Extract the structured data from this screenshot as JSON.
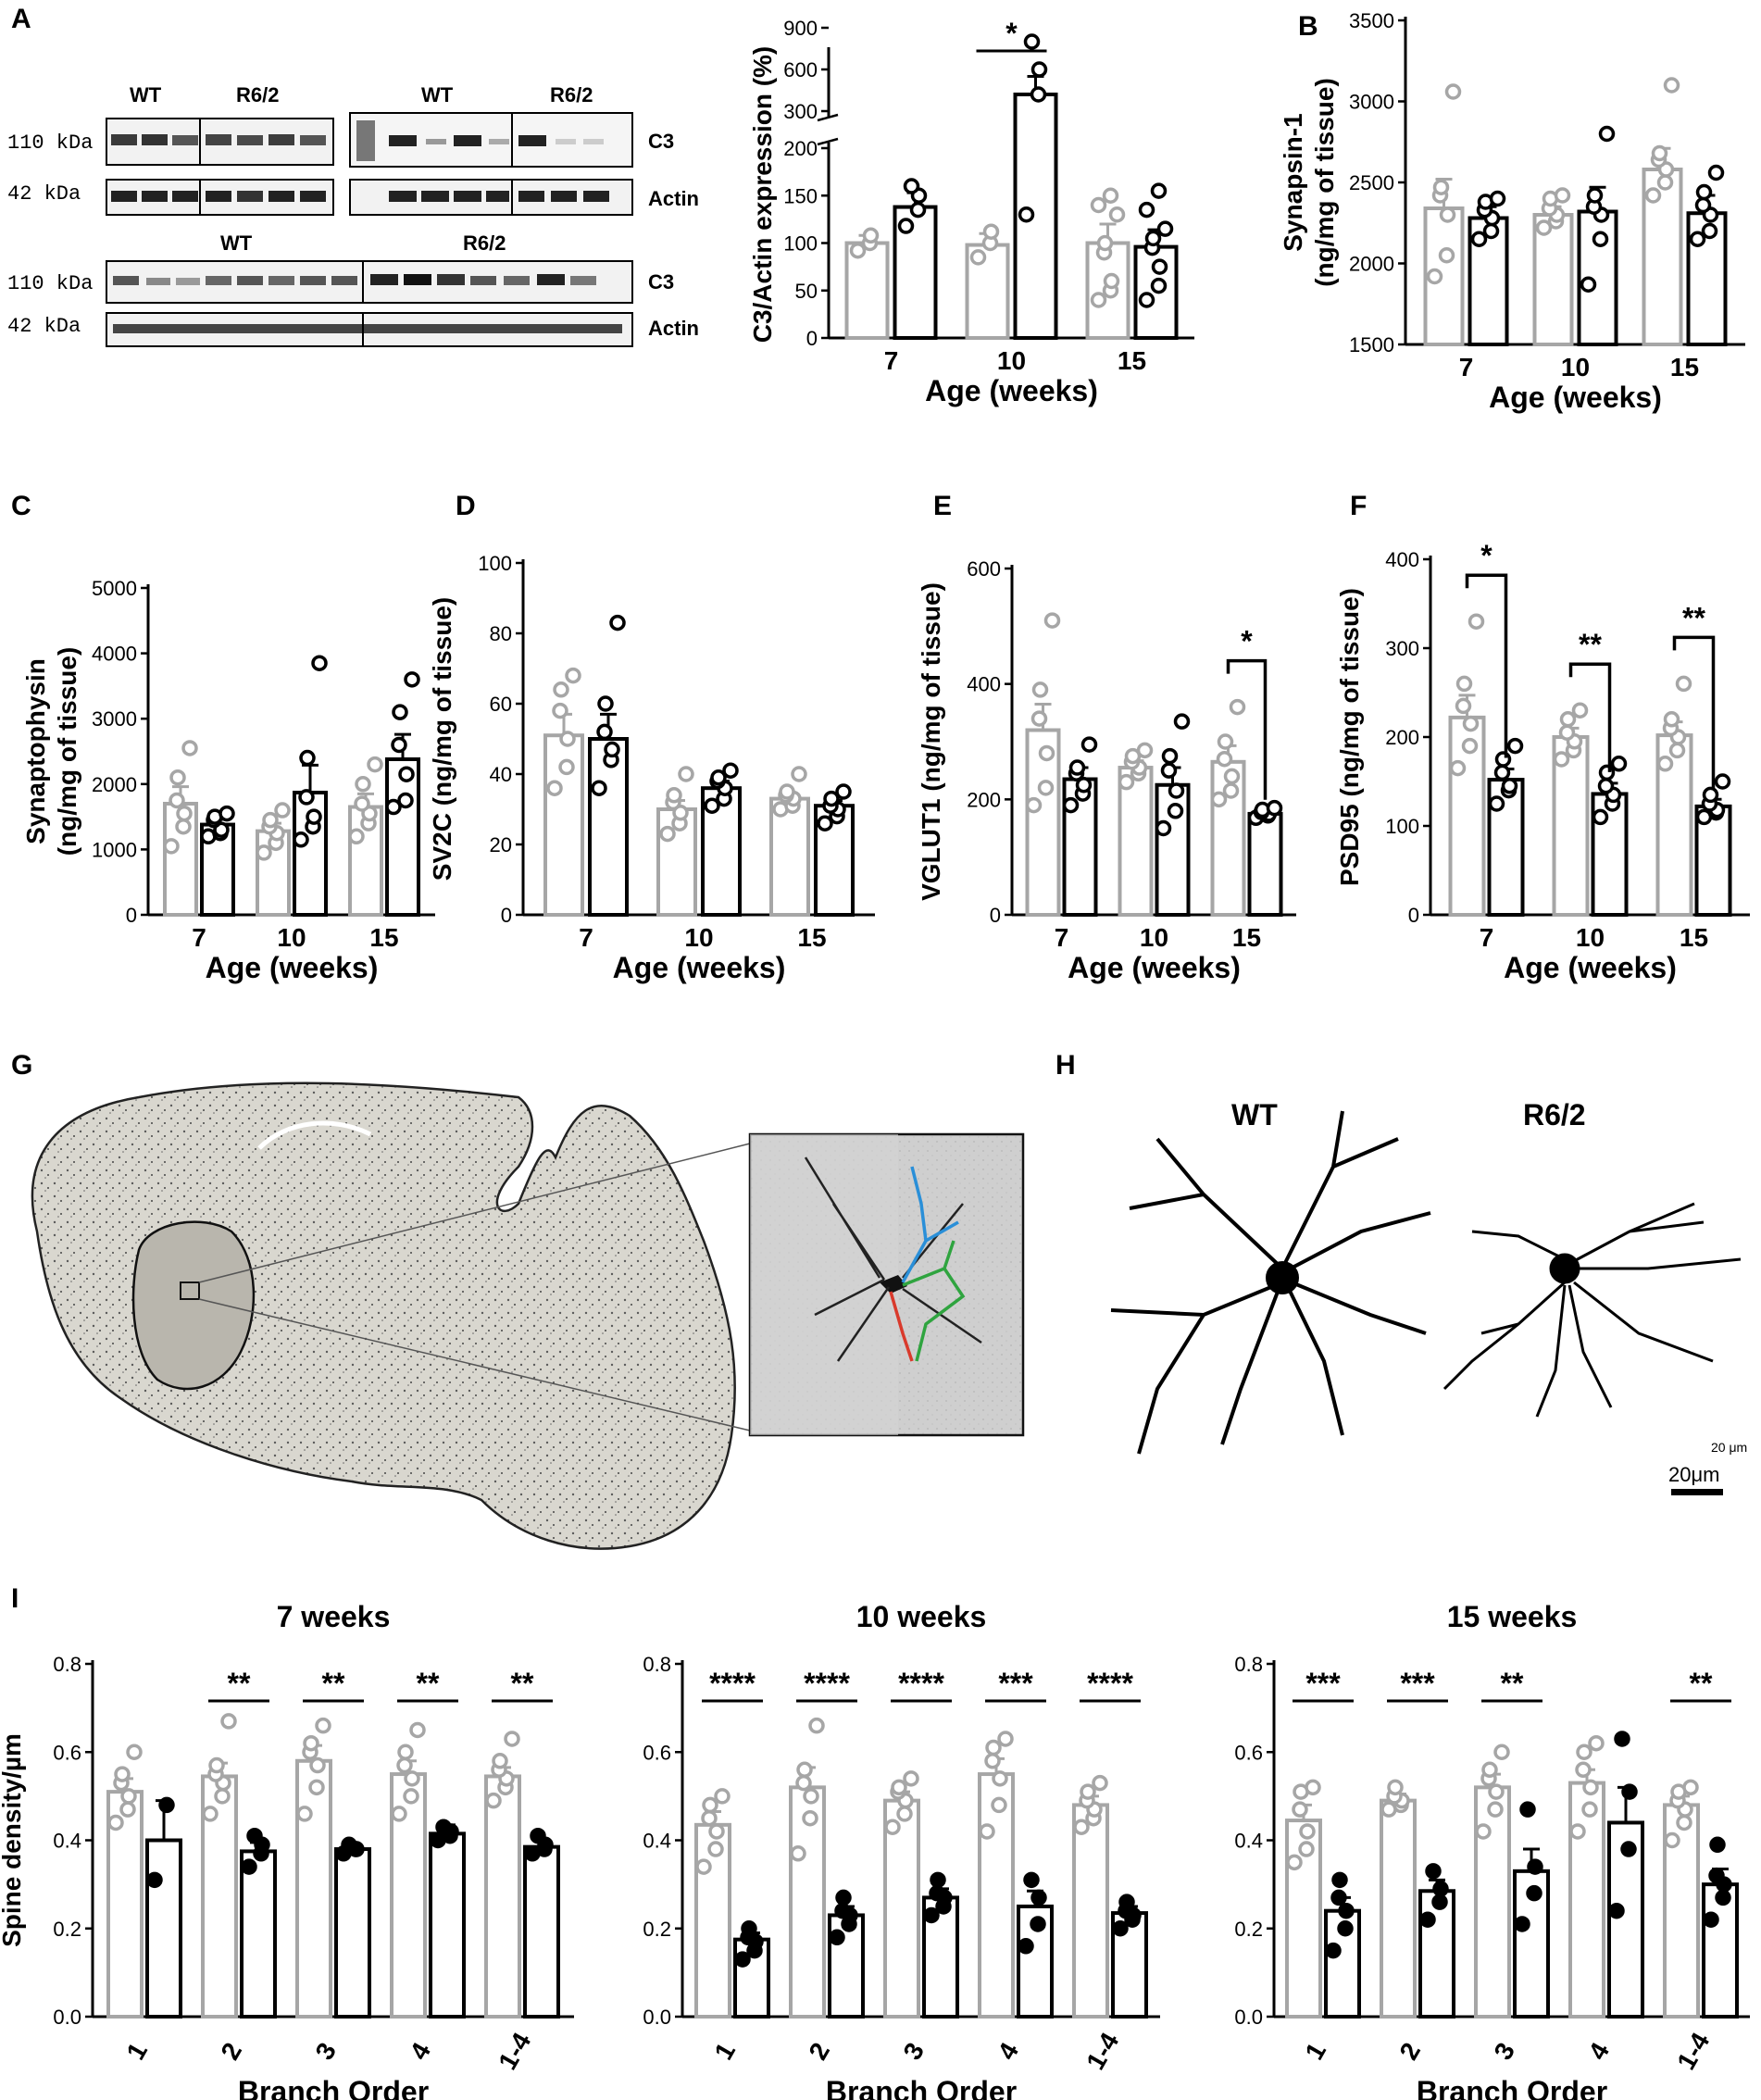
{
  "colors": {
    "wt": "#a6a6a6",
    "r62": "#000000",
    "bar_fill": "#ffffff"
  },
  "panel_letters": [
    "A",
    "B",
    "C",
    "D",
    "E",
    "F",
    "G",
    "H",
    "I"
  ],
  "blots": {
    "top_left": {
      "groups": [
        "WT",
        "R6/2"
      ],
      "kda": [
        "110 kDa",
        "42 kDa"
      ]
    },
    "top_right": {
      "groups": [
        "WT",
        "R6/2"
      ],
      "bands": [
        "C3",
        "Actin"
      ]
    },
    "bottom": {
      "groups": [
        "WT",
        "R6/2"
      ],
      "kda": [
        "110 kDa",
        "42 kDa"
      ],
      "bands": [
        "C3",
        "Actin"
      ]
    }
  },
  "images": {
    "h_labels": [
      "WT",
      "R6/2"
    ],
    "scale_bar": "20μm",
    "scale_bar_small": "20 μm"
  },
  "chart_data": [
    {
      "id": "A",
      "type": "bar",
      "ylabel": "C3/Actin expression (%)",
      "xlabel": "Age (weeks)",
      "categories": [
        "7",
        "10",
        "15"
      ],
      "yticks": [
        "0",
        "50",
        "100",
        "150",
        "200",
        "300",
        "600",
        "900"
      ],
      "broken_axis": true,
      "series": [
        {
          "group": "WT",
          "means": [
            100,
            98,
            100
          ],
          "errs": [
            8,
            12,
            20
          ],
          "points": [
            [
              92,
              100,
              108
            ],
            [
              85,
              100,
              112
            ],
            [
              40,
              50,
              60,
              90,
              100,
              130,
              140,
              150
            ]
          ]
        },
        {
          "group": "R6/2",
          "means": [
            138,
            420,
            96
          ],
          "errs": [
            15,
            130,
            18
          ],
          "points": [
            [
              118,
              135,
              150,
              160
            ],
            [
              130,
              420,
              600,
              800
            ],
            [
              40,
              55,
              75,
              95,
              105,
              115,
              135,
              155
            ]
          ]
        }
      ],
      "significance": [
        {
          "cat": 1,
          "label": "*"
        }
      ]
    },
    {
      "id": "B",
      "type": "bar",
      "ylabel": "Synapsin-1\n(ng/mg of tissue)",
      "xlabel": "Age (weeks)",
      "categories": [
        "7",
        "10",
        "15"
      ],
      "ylim": [
        1500,
        3500
      ],
      "yticks": [
        "1500",
        "2000",
        "2500",
        "3000",
        "3500"
      ],
      "series": [
        {
          "group": "WT",
          "means": [
            2340,
            2300,
            2580
          ],
          "errs": [
            180,
            50,
            130
          ],
          "points": [
            [
              1920,
              2050,
              2300,
              2420,
              2470,
              3060
            ],
            [
              2220,
              2260,
              2300,
              2340,
              2400,
              2420
            ],
            [
              2420,
              2500,
              2580,
              2640,
              2680,
              3100
            ]
          ]
        },
        {
          "group": "R6/2",
          "means": [
            2280,
            2320,
            2310
          ],
          "errs": [
            70,
            150,
            110
          ],
          "points": [
            [
              2150,
              2200,
              2280,
              2330,
              2380,
              2400
            ],
            [
              1870,
              2150,
              2300,
              2350,
              2420,
              2800
            ],
            [
              2150,
              2200,
              2300,
              2360,
              2440,
              2560
            ]
          ]
        }
      ]
    },
    {
      "id": "C",
      "type": "bar",
      "ylabel": "Synaptophysin\n(ng/mg of tissue)",
      "xlabel": "Age (weeks)",
      "categories": [
        "7",
        "10",
        "15"
      ],
      "ylim": [
        0,
        5000
      ],
      "yticks": [
        "0",
        "1000",
        "2000",
        "3000",
        "4000",
        "5000"
      ],
      "series": [
        {
          "group": "WT",
          "means": [
            1700,
            1280,
            1650
          ],
          "errs": [
            260,
            120,
            200
          ],
          "points": [
            [
              1050,
              1350,
              1550,
              1750,
              2100,
              2550
            ],
            [
              950,
              1100,
              1250,
              1350,
              1450,
              1600
            ],
            [
              1200,
              1400,
              1550,
              1700,
              2000,
              2300
            ]
          ]
        },
        {
          "group": "R6/2",
          "means": [
            1380,
            1870,
            2380
          ],
          "errs": [
            80,
            420,
            380
          ],
          "points": [
            [
              1200,
              1250,
              1300,
              1450,
              1500,
              1550
            ],
            [
              1150,
              1350,
              1500,
              1800,
              2400,
              3850
            ],
            [
              1650,
              1750,
              2150,
              2600,
              3100,
              3600
            ]
          ]
        }
      ]
    },
    {
      "id": "D",
      "type": "bar",
      "ylabel": "SV2C (ng/mg of tissue)",
      "xlabel": "Age (weeks)",
      "categories": [
        "7",
        "10",
        "15"
      ],
      "ylim": [
        0,
        100
      ],
      "yticks": [
        "0",
        "20",
        "40",
        "60",
        "80",
        "100"
      ],
      "series": [
        {
          "group": "WT",
          "means": [
            51,
            30,
            33
          ],
          "errs": [
            6,
            2.5,
            1.5
          ],
          "points": [
            [
              36,
              42,
              50,
              58,
              64,
              68
            ],
            [
              23,
              26,
              29,
              32,
              34,
              40
            ],
            [
              30,
              31,
              33,
              34,
              35,
              40
            ]
          ]
        },
        {
          "group": "R6/2",
          "means": [
            50,
            36,
            31
          ],
          "errs": [
            7,
            2,
            1.5
          ],
          "points": [
            [
              36,
              44,
              47,
              52,
              60,
              83
            ],
            [
              31,
              33,
              36,
              38,
              39,
              41
            ],
            [
              26,
              28,
              30,
              31,
              33,
              35
            ]
          ]
        }
      ]
    },
    {
      "id": "E",
      "type": "bar",
      "ylabel": "VGLUT1 (ng/mg of tissue)",
      "xlabel": "Age (weeks)",
      "categories": [
        "7",
        "10",
        "15"
      ],
      "ylim": [
        0,
        600
      ],
      "yticks": [
        "0",
        "200",
        "400",
        "600"
      ],
      "series": [
        {
          "group": "WT",
          "means": [
            320,
            255,
            265
          ],
          "errs": [
            45,
            12,
            28
          ],
          "points": [
            [
              190,
              220,
              280,
              340,
              390,
              510
            ],
            [
              230,
              245,
              255,
              265,
              275,
              285
            ],
            [
              200,
              215,
              240,
              270,
              300,
              360
            ]
          ]
        },
        {
          "group": "R6/2",
          "means": [
            235,
            225,
            175
          ],
          "errs": [
            20,
            30,
            5
          ],
          "points": [
            [
              190,
              210,
              225,
              245,
              255,
              295
            ],
            [
              150,
              180,
              215,
              250,
              275,
              335
            ],
            [
              168,
              172,
              175,
              178,
              182,
              185
            ]
          ]
        }
      ],
      "significance": [
        {
          "cat": 2,
          "label": "*"
        }
      ]
    },
    {
      "id": "F",
      "type": "bar",
      "ylabel": "PSD95 (ng/mg of tissue)",
      "xlabel": "Age (weeks)",
      "categories": [
        "7",
        "10",
        "15"
      ],
      "ylim": [
        0,
        400
      ],
      "yticks": [
        "0",
        "100",
        "200",
        "300",
        "400"
      ],
      "series": [
        {
          "group": "WT",
          "means": [
            222,
            200,
            202
          ],
          "errs": [
            25,
            10,
            15
          ],
          "points": [
            [
              165,
              190,
              215,
              235,
              260,
              330
            ],
            [
              175,
              185,
              195,
              205,
              220,
              230
            ],
            [
              170,
              185,
              200,
              210,
              220,
              260
            ]
          ]
        },
        {
          "group": "R6/2",
          "means": [
            152,
            136,
            122
          ],
          "errs": [
            12,
            12,
            8
          ],
          "points": [
            [
              125,
              140,
              145,
              160,
              175,
              190
            ],
            [
              110,
              125,
              135,
              145,
              160,
              170
            ],
            [
              110,
              115,
              118,
              125,
              135,
              150
            ]
          ]
        }
      ],
      "significance": [
        {
          "cat": 0,
          "label": "*"
        },
        {
          "cat": 1,
          "label": "**"
        },
        {
          "cat": 2,
          "label": "**"
        }
      ]
    },
    {
      "id": "I1",
      "type": "bar",
      "title": "7 weeks",
      "ylabel": "Spine density/µm",
      "xlabel": "Branch Order",
      "categories": [
        "1",
        "2",
        "3",
        "4",
        "1-4"
      ],
      "ylim": [
        0,
        0.8
      ],
      "yticks": [
        "0.0",
        "0.2",
        "0.4",
        "0.6",
        "0.8"
      ],
      "series": [
        {
          "group": "WT",
          "means": [
            0.51,
            0.545,
            0.58,
            0.55,
            0.545
          ],
          "errs": [
            0.03,
            0.03,
            0.035,
            0.03,
            0.02
          ],
          "points": [
            [
              0.44,
              0.47,
              0.5,
              0.53,
              0.55,
              0.6
            ],
            [
              0.46,
              0.5,
              0.53,
              0.55,
              0.57,
              0.67
            ],
            [
              0.46,
              0.52,
              0.57,
              0.6,
              0.62,
              0.66
            ],
            [
              0.46,
              0.5,
              0.54,
              0.57,
              0.6,
              0.65
            ],
            [
              0.49,
              0.52,
              0.54,
              0.56,
              0.58,
              0.63
            ]
          ]
        },
        {
          "group": "R6/2",
          "means": [
            0.4,
            0.375,
            0.38,
            0.415,
            0.385
          ],
          "errs": [
            0.09,
            0.02,
            0.01,
            0.02,
            0.015
          ],
          "points": [
            [
              0.31,
              0.48
            ],
            [
              0.34,
              0.37,
              0.39,
              0.41
            ],
            [
              0.37,
              0.38,
              0.38,
              0.39
            ],
            [
              0.4,
              0.41,
              0.42,
              0.43
            ],
            [
              0.37,
              0.38,
              0.39,
              0.41
            ]
          ]
        }
      ],
      "significance": [
        {
          "cat": 1,
          "label": "**"
        },
        {
          "cat": 2,
          "label": "**"
        },
        {
          "cat": 3,
          "label": "**"
        },
        {
          "cat": 4,
          "label": "**"
        }
      ]
    },
    {
      "id": "I2",
      "type": "bar",
      "title": "10 weeks",
      "xlabel": "Branch Order",
      "categories": [
        "1",
        "2",
        "3",
        "4",
        "1-4"
      ],
      "ylim": [
        0,
        0.8
      ],
      "yticks": [
        "0.0",
        "0.2",
        "0.4",
        "0.6",
        "0.8"
      ],
      "series": [
        {
          "group": "WT",
          "means": [
            0.435,
            0.52,
            0.49,
            0.55,
            0.48
          ],
          "errs": [
            0.03,
            0.045,
            0.02,
            0.035,
            0.02
          ],
          "points": [
            [
              0.34,
              0.38,
              0.42,
              0.45,
              0.48,
              0.5
            ],
            [
              0.37,
              0.45,
              0.5,
              0.53,
              0.56,
              0.66
            ],
            [
              0.43,
              0.46,
              0.49,
              0.51,
              0.52,
              0.54
            ],
            [
              0.42,
              0.48,
              0.54,
              0.58,
              0.61,
              0.63
            ],
            [
              0.43,
              0.45,
              0.47,
              0.49,
              0.51,
              0.53
            ]
          ]
        },
        {
          "group": "R6/2",
          "means": [
            0.175,
            0.23,
            0.27,
            0.25,
            0.235
          ],
          "errs": [
            0.015,
            0.02,
            0.02,
            0.035,
            0.015
          ],
          "points": [
            [
              0.13,
              0.15,
              0.17,
              0.18,
              0.2
            ],
            [
              0.18,
              0.21,
              0.23,
              0.24,
              0.27
            ],
            [
              0.23,
              0.25,
              0.27,
              0.28,
              0.31
            ],
            [
              0.16,
              0.21,
              0.27,
              0.31
            ],
            [
              0.2,
              0.22,
              0.23,
              0.24,
              0.26
            ]
          ]
        }
      ],
      "significance": [
        {
          "cat": 0,
          "label": "****"
        },
        {
          "cat": 1,
          "label": "****"
        },
        {
          "cat": 2,
          "label": "****"
        },
        {
          "cat": 3,
          "label": "***"
        },
        {
          "cat": 4,
          "label": "****"
        }
      ]
    },
    {
      "id": "I3",
      "type": "bar",
      "title": "15 weeks",
      "xlabel": "Branch Order",
      "categories": [
        "1",
        "2",
        "3",
        "4",
        "1-4"
      ],
      "ylim": [
        0,
        0.8
      ],
      "yticks": [
        "0.0",
        "0.2",
        "0.4",
        "0.6",
        "0.8"
      ],
      "series": [
        {
          "group": "WT",
          "means": [
            0.445,
            0.49,
            0.52,
            0.53,
            0.48
          ],
          "errs": [
            0.035,
            0.015,
            0.03,
            0.03,
            0.02
          ],
          "points": [
            [
              0.35,
              0.38,
              0.42,
              0.47,
              0.51,
              0.52
            ],
            [
              0.47,
              0.48,
              0.49,
              0.5,
              0.52
            ],
            [
              0.42,
              0.47,
              0.51,
              0.54,
              0.56,
              0.6
            ],
            [
              0.42,
              0.47,
              0.52,
              0.56,
              0.6,
              0.62
            ],
            [
              0.4,
              0.44,
              0.47,
              0.49,
              0.51,
              0.52
            ]
          ]
        },
        {
          "group": "R6/2",
          "means": [
            0.24,
            0.285,
            0.33,
            0.44,
            0.3
          ],
          "errs": [
            0.03,
            0.025,
            0.05,
            0.08,
            0.035
          ],
          "points": [
            [
              0.15,
              0.2,
              0.24,
              0.27,
              0.31
            ],
            [
              0.22,
              0.26,
              0.29,
              0.33
            ],
            [
              0.21,
              0.28,
              0.34,
              0.47
            ],
            [
              0.24,
              0.38,
              0.51,
              0.63
            ],
            [
              0.22,
              0.27,
              0.3,
              0.32,
              0.39
            ]
          ]
        }
      ],
      "significance": [
        {
          "cat": 0,
          "label": "***"
        },
        {
          "cat": 1,
          "label": "***"
        },
        {
          "cat": 2,
          "label": "**"
        },
        {
          "cat": 4,
          "label": "**"
        }
      ]
    }
  ]
}
